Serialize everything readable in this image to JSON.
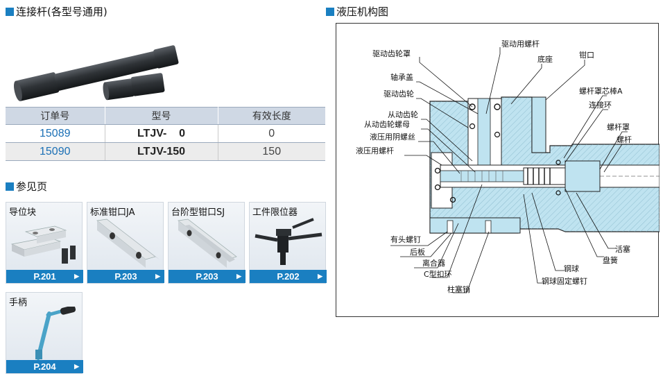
{
  "sections": {
    "connect_title": "连接杆(各型号通用)",
    "diagram_title": "液压机构图",
    "reference_title": "参见页"
  },
  "spec_table": {
    "headers": [
      "订单号",
      "型号",
      "有效长度"
    ],
    "rows": [
      {
        "order_no": "15089",
        "model": "LTJV-    0",
        "length": "0"
      },
      {
        "order_no": "15090",
        "model": "LTJV-150",
        "length": "150"
      }
    ]
  },
  "reference_cards": [
    {
      "label": "导位块",
      "page": "P.201"
    },
    {
      "label": "标准钳口JA",
      "page": "P.203"
    },
    {
      "label": "台阶型钳口SJ",
      "page": "P.203"
    },
    {
      "label": "工件限位器",
      "page": "P.202"
    },
    {
      "label": "手柄",
      "page": "P.204"
    }
  ],
  "diagram_labels": {
    "drive_gear_cover": "驱动齿轮罩",
    "bearing_cover": "轴承盖",
    "drive_gear": "驱动齿轮",
    "driven_gear": "从动齿轮",
    "driven_gear_nut": "从动齿轮螺母",
    "hydraulic_female_thread": "液压用阴螺丝",
    "hydraulic_screw": "液压用螺杆",
    "drive_screw": "驱动用螺杆",
    "base": "底座",
    "jaw": "钳口",
    "screw_cover_core_a": "螺杆罩芯棒A",
    "connecting_ring": "连接环",
    "screw_cover": "螺杆罩",
    "screw": "螺杆",
    "head_bolt": "有头螺钉",
    "rear_plate": "后板",
    "clutch": "离合器",
    "c_snap_ring": "C型扣环",
    "plunger_pin": "柱塞销",
    "steel_ball_fix_screw": "钢球固定螺钉",
    "steel_ball": "钢球",
    "disc_spring": "盘簧",
    "piston": "活塞"
  },
  "colors": {
    "accent": "#1a7fc1",
    "diagram_fill": "#bfe3f0",
    "table_header": "#cfd8e4"
  },
  "icons": {
    "section_marker": "square-bullet-icon",
    "page_link_arrow": "triangle-right-icon"
  }
}
